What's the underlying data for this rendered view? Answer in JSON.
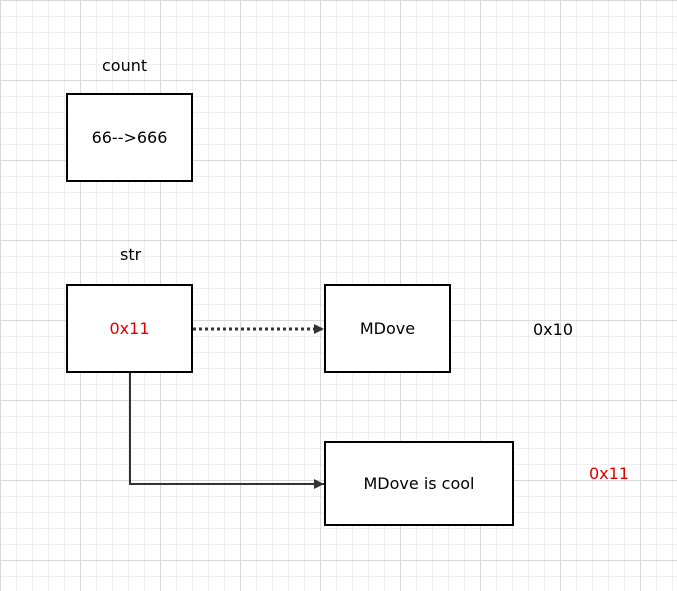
{
  "count": {
    "label": "count",
    "value": "66-->666"
  },
  "str": {
    "label": "str",
    "value": "0x11"
  },
  "old_string": {
    "text": "MDove",
    "address": "0x10"
  },
  "new_string": {
    "text": "MDove is cool",
    "address": "0x11"
  },
  "colors": {
    "address_highlight": "#e00000",
    "box_border": "#000000",
    "arrow": "#333333"
  }
}
